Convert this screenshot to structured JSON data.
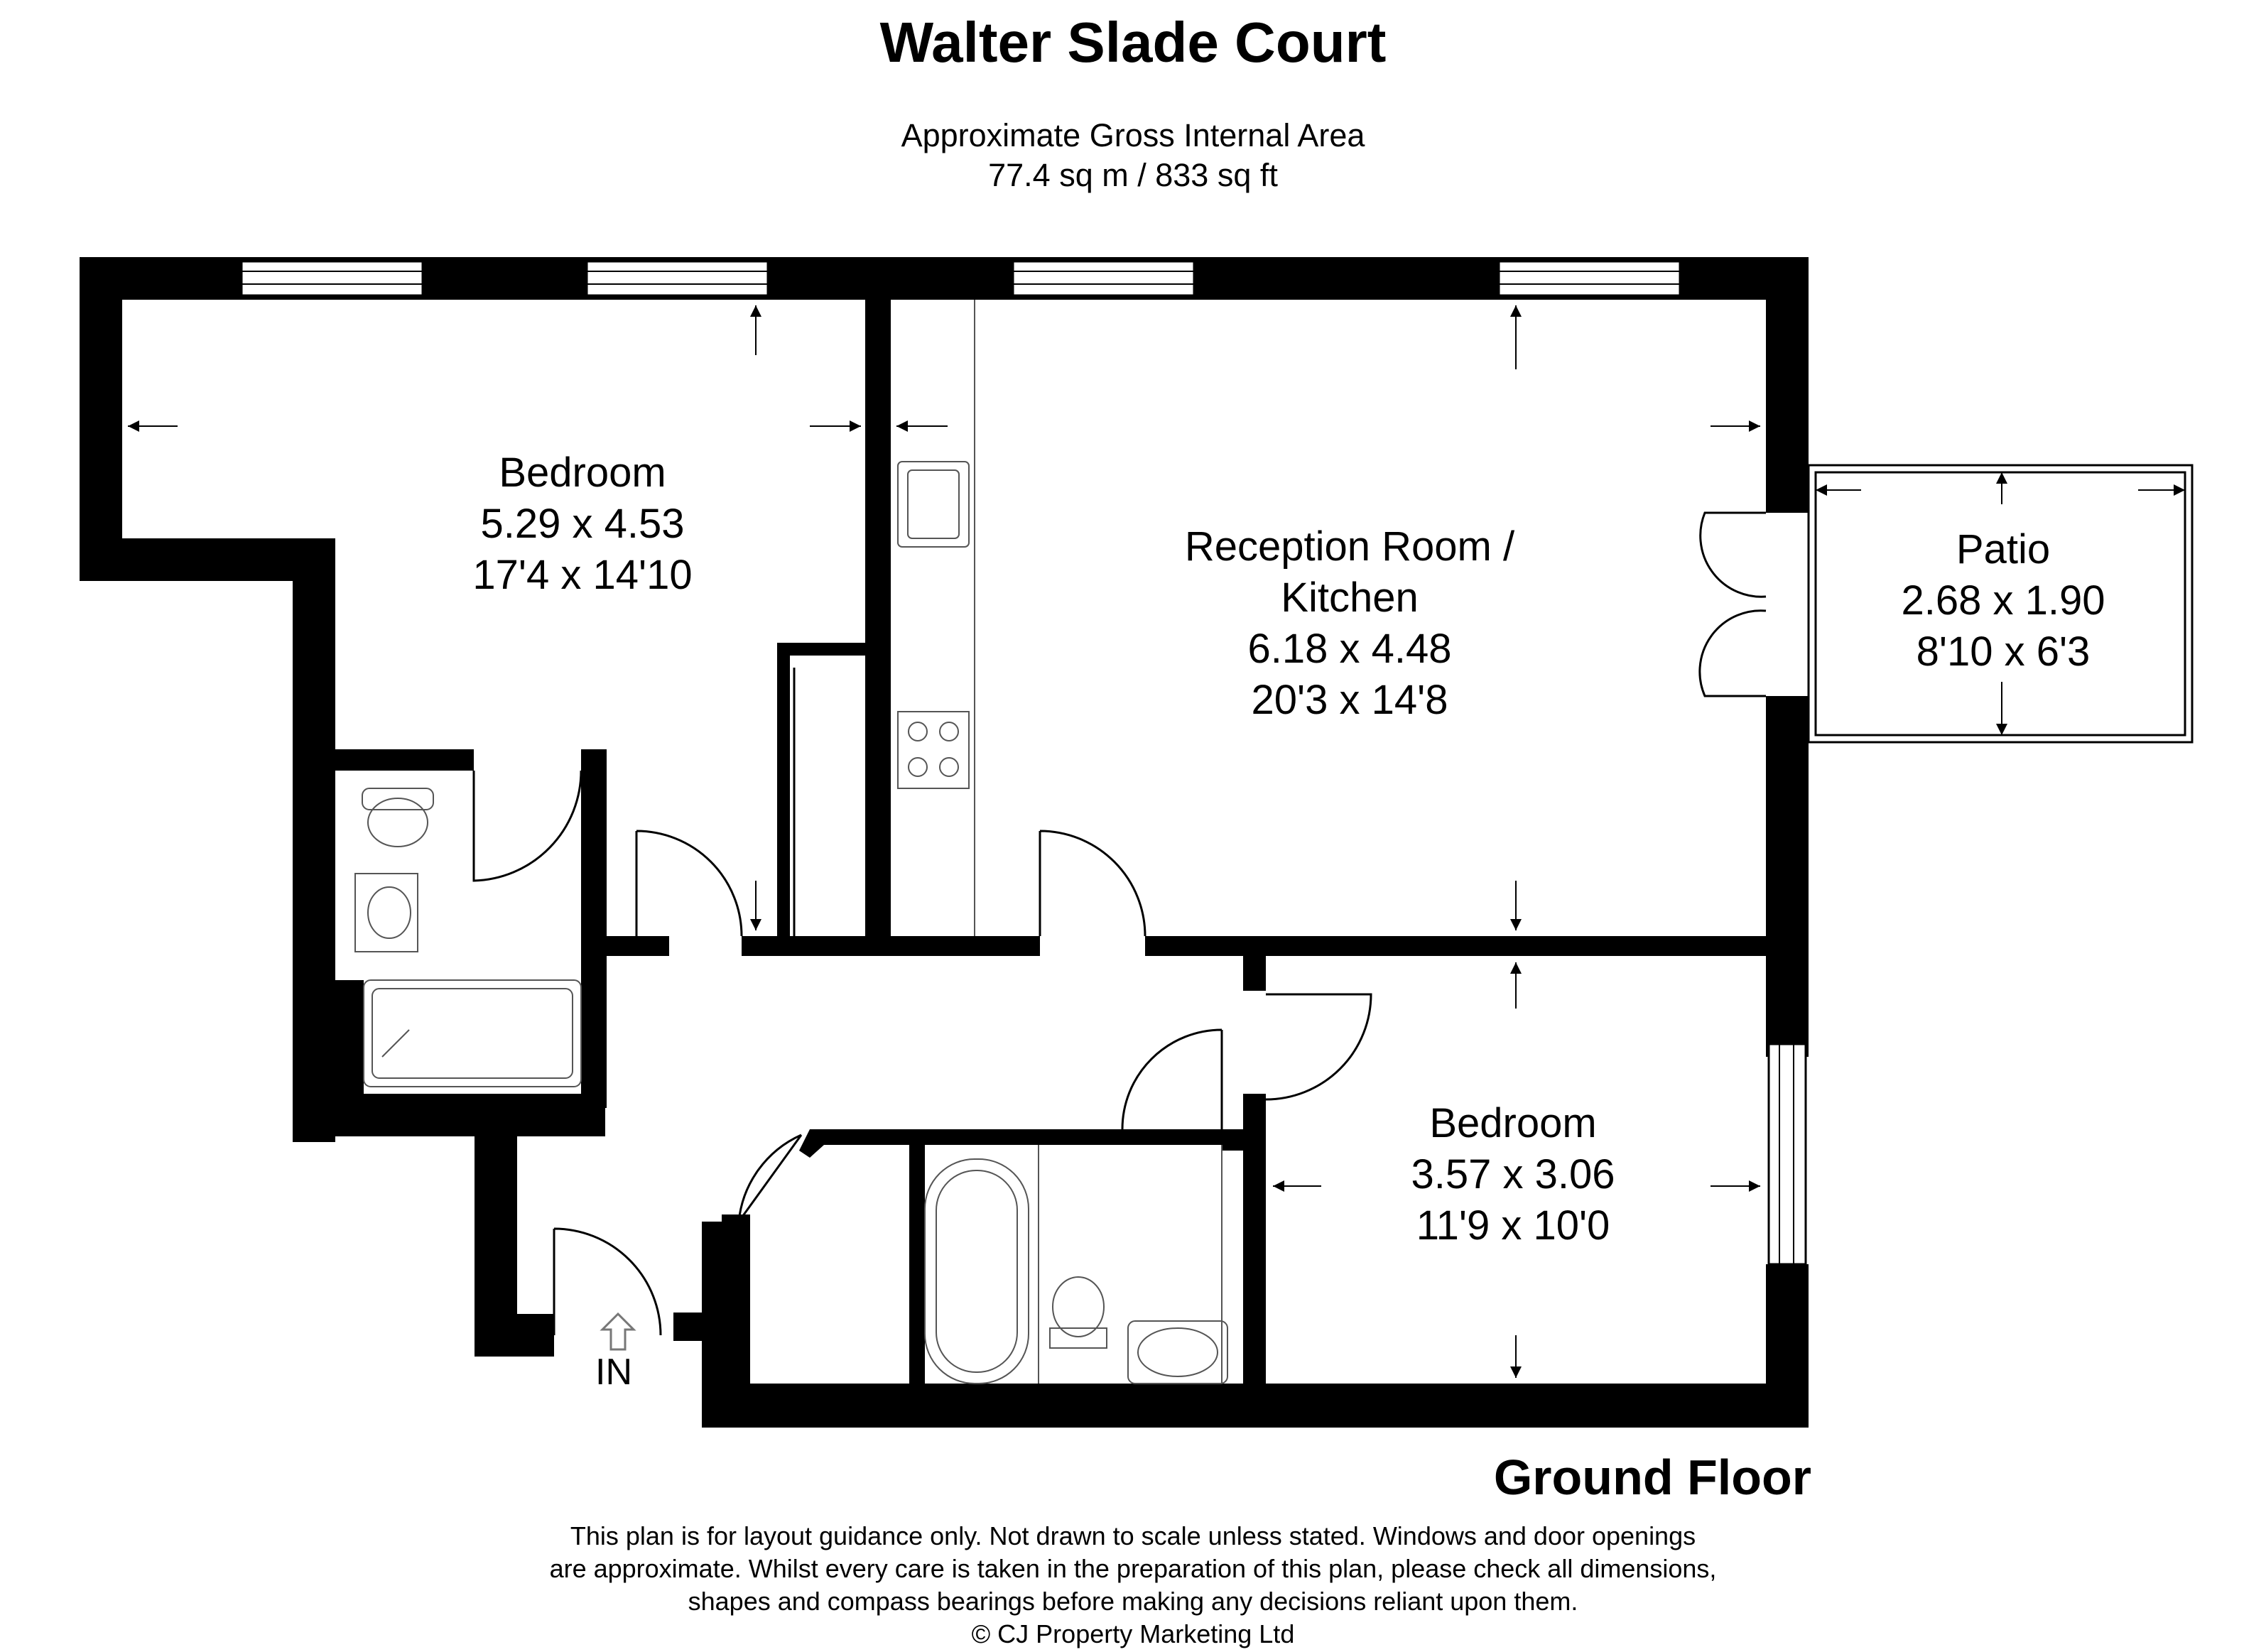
{
  "header": {
    "title": "Walter Slade Court",
    "area_label": "Approximate Gross Internal Area",
    "area_value": "77.4 sq m / 833 sq ft"
  },
  "rooms": {
    "bedroom1": {
      "name": "Bedroom",
      "metric": "5.29 x 4.53",
      "imperial": "17'4 x 14'10"
    },
    "reception": {
      "name_line1": "Reception Room /",
      "name_line2": "Kitchen",
      "metric": "6.18 x 4.48",
      "imperial": "20'3 x 14'8"
    },
    "patio": {
      "name": "Patio",
      "metric": "2.68 x 1.90",
      "imperial": "8'10 x 6'3"
    },
    "bedroom2": {
      "name": "Bedroom",
      "metric": "3.57 x 3.06",
      "imperial": "11'9 x 10'0"
    }
  },
  "entrance_label": "IN",
  "floor_label": "Ground Floor",
  "disclaimer": {
    "line1": "This plan is for layout guidance only. Not drawn to scale unless stated. Windows and door openings",
    "line2": "are approximate. Whilst every care is taken in the preparation of this plan, please check all dimensions,",
    "line3": "shapes and compass bearings before making any decisions reliant upon them.",
    "line4": "© CJ Property Marketing Ltd"
  },
  "colors": {
    "wall": "#000000",
    "background": "#ffffff",
    "fixture_stroke": "#444444"
  }
}
